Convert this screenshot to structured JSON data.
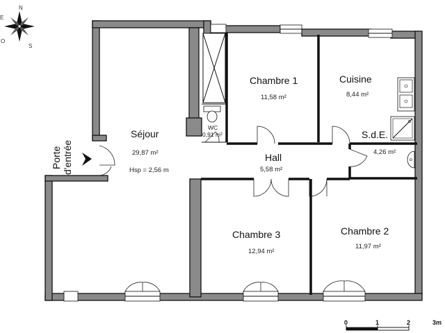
{
  "rooms": {
    "sejour": {
      "name": "Séjour",
      "area": "29,87 m²",
      "height": "Hsp = 2,56 m"
    },
    "chambre1": {
      "name": "Chambre 1",
      "area": "11,58 m²"
    },
    "cuisine": {
      "name": "Cuisine",
      "area": "8,44 m²"
    },
    "wc": {
      "name": "WC",
      "area": "0,91 m²"
    },
    "sde": {
      "name": "S.d.E.",
      "area": "4,26 m²"
    },
    "hall": {
      "name": "Hall",
      "area": "5,58 m²"
    },
    "chambre3": {
      "name": "Chambre 3",
      "area": "12,94 m²"
    },
    "chambre2": {
      "name": "Chambre 2",
      "area": "11,97 m²"
    }
  },
  "entrance": {
    "line1": "Porte",
    "line2": "d'entrée"
  },
  "compass": {
    "north": "N",
    "east": "E",
    "south": "S",
    "west": "O"
  },
  "scale": {
    "ticks": [
      "0",
      "1",
      "2",
      "3m"
    ]
  }
}
